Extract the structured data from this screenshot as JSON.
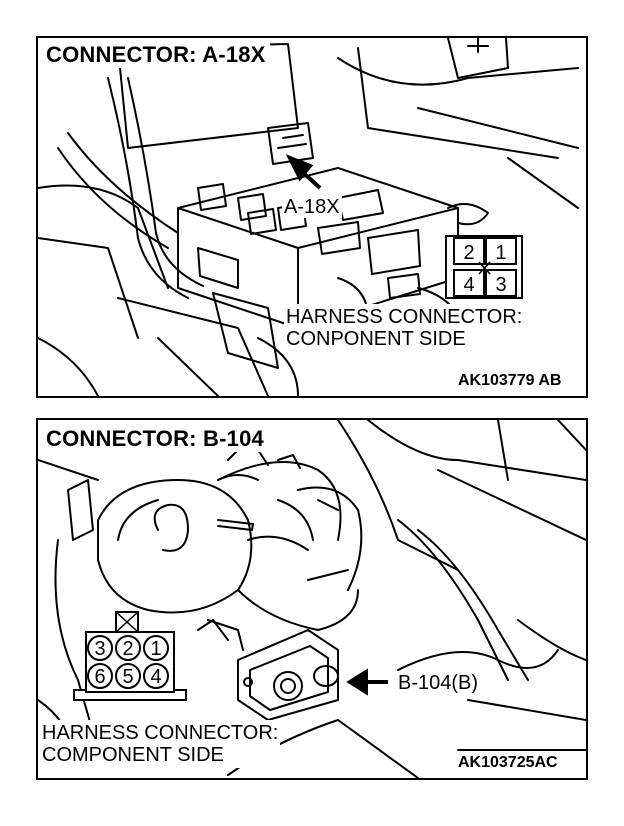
{
  "panel_a": {
    "title": "CONNECTOR: A-18X",
    "connector_label": "A-18X",
    "pins": [
      "2",
      "1",
      "4",
      "3"
    ],
    "caption_line1": "HARNESS CONNECTOR:",
    "caption_line2": "CONPONENT SIDE",
    "figure_code": "AK103779 AB"
  },
  "panel_b": {
    "title": "CONNECTOR: B-104",
    "connector_label": "B-104(B)",
    "pins": [
      "3",
      "2",
      "1",
      "6",
      "5",
      "4"
    ],
    "caption_line1": "HARNESS CONNECTOR:",
    "caption_line2": "COMPONENT SIDE",
    "figure_code": "AK103725AC"
  }
}
